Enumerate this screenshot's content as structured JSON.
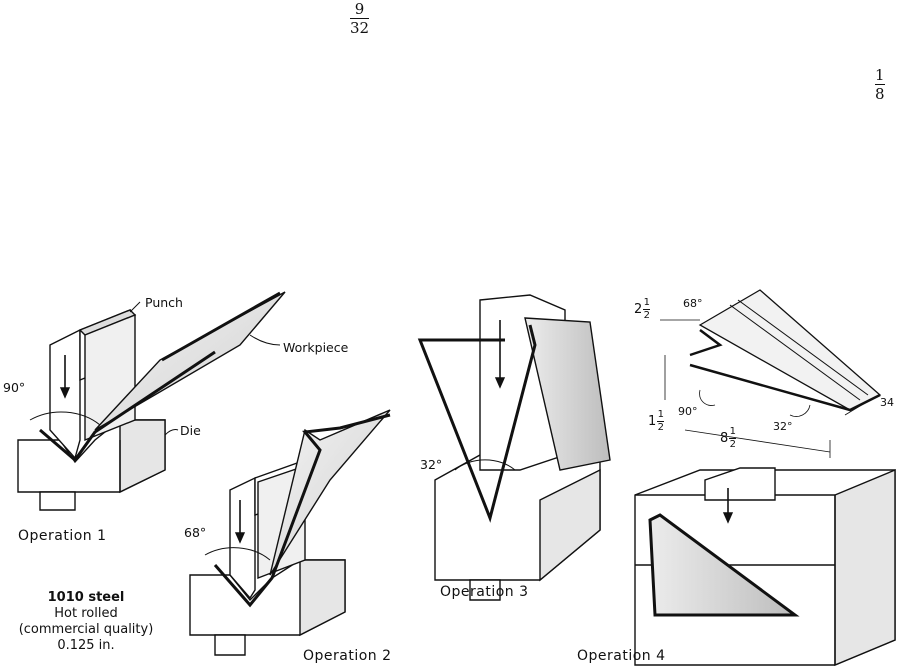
{
  "fractions": {
    "nine_32": {
      "num": "9",
      "den": "32"
    },
    "one_8": {
      "num": "1",
      "den": "8"
    }
  },
  "labels": {
    "punch": "Punch",
    "workpiece": "Workpiece",
    "die": "Die",
    "angle_90": "90°",
    "angle_68": "68°",
    "angle_32": "32°"
  },
  "operations": {
    "op1": "Operation 1",
    "op2": "Operation 2",
    "op3": "Operation 3",
    "op4": "Operation 4"
  },
  "material": {
    "grade": "1010 steel",
    "line2": "Hot rolled",
    "line3": "(commercial quality)",
    "line4": "0.125 in."
  },
  "part_dims": {
    "dim_top_whole": "2",
    "dim_top_num": "1",
    "dim_top_den": "2",
    "angle_top": "68°",
    "dim_left_whole": "1",
    "dim_left_num": "1",
    "dim_left_den": "2",
    "angle_left": "90°",
    "dim_bottom_whole": "8",
    "dim_bottom_num": "1",
    "dim_bottom_den": "2",
    "angle_bottom": "32°",
    "dim_right": "34"
  }
}
